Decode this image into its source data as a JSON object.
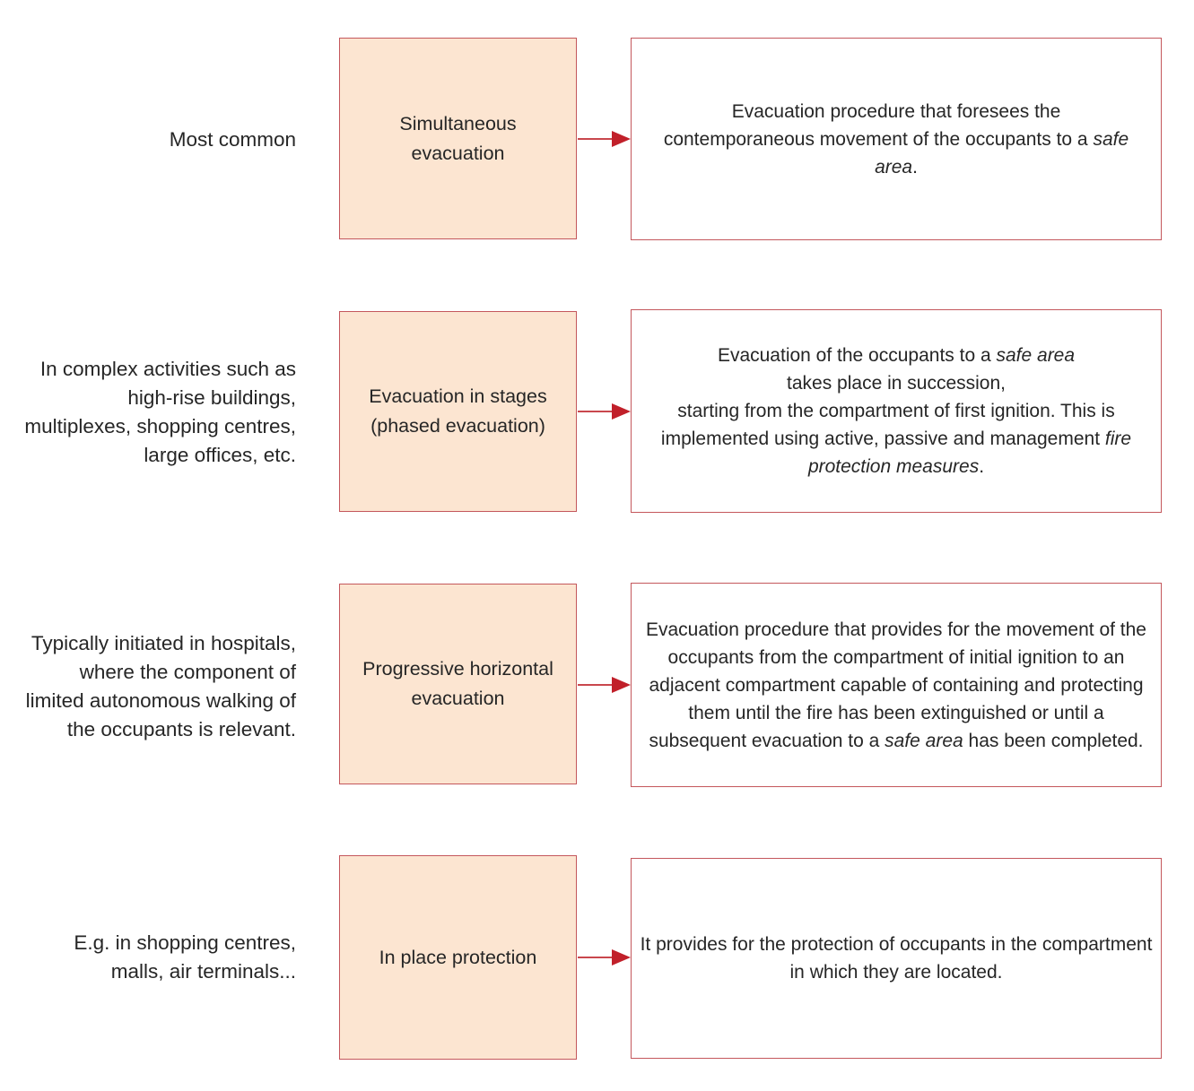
{
  "colors": {
    "canvas_bg": "#ffffff",
    "box_fill": "#fce5d1",
    "box_border": "#c4575c",
    "arrow_line": "#c9474d",
    "arrow_head": "#c1202a",
    "text": "#262626"
  },
  "rows": [
    {
      "context_label": "Most common",
      "type_label": "Simultaneous evacuation",
      "description": [
        {
          "t": "Evacuation procedure that foresees the contemporaneous movement of the occupants to a "
        },
        {
          "t": "safe area",
          "i": true
        },
        {
          "t": "."
        }
      ]
    },
    {
      "context_label": "In complex activities such as high-rise buildings, multiplexes, shopping centres, large offices, etc.",
      "type_label": "Evacuation in stages (phased evacuation)",
      "description": [
        {
          "t": "Evacuation of the occupants to a "
        },
        {
          "t": "safe area",
          "i": true
        },
        {
          "br": true
        },
        {
          "t": "takes place in succession,"
        },
        {
          "br": true
        },
        {
          "t": "starting from the compartment of first ignition. This is implemented using active, passive and management "
        },
        {
          "t": "fire protection measures",
          "i": true
        },
        {
          "t": "."
        }
      ]
    },
    {
      "context_label": "Typically initiated in hospitals, where the component of limited autonomous walking of the occupants is relevant.",
      "type_label": "Progressive horizontal evacuation",
      "description": [
        {
          "t": "Evacuation procedure that provides for the movement of the occupants from the compartment of initial ignition to an adjacent compartment capable of containing and protecting them until the fire has been extinguished or until a subsequent evacuation to a "
        },
        {
          "t": "safe area",
          "i": true
        },
        {
          "t": " has been completed."
        }
      ]
    },
    {
      "context_label": "E.g. in shopping centres, malls, air terminals...",
      "type_label": "In place protection",
      "description": [
        {
          "t": "It provides for the protection of occupants in the compartment in which they are located."
        }
      ]
    }
  ]
}
